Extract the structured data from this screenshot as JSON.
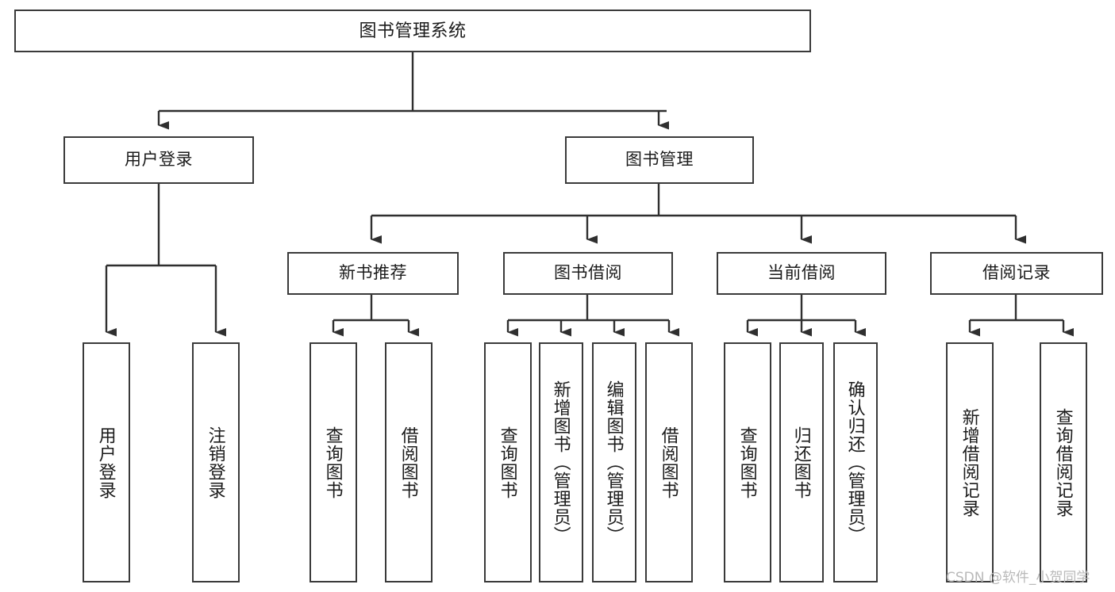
{
  "diagram": {
    "type": "tree",
    "title": "图书管理系统",
    "colors": {
      "box_border": "#3a3a3a",
      "box_fill": "#ffffff",
      "connector": "#2f2f2f",
      "text": "#1b1b1b",
      "watermark": "#b9b9b9",
      "background": "#ffffff"
    },
    "root": {
      "label": "图书管理系统"
    },
    "level1": [
      {
        "label": "用户登录"
      },
      {
        "label": "图书管理"
      }
    ],
    "level2": [
      {
        "label": "新书推荐"
      },
      {
        "label": "图书借阅"
      },
      {
        "label": "当前借阅"
      },
      {
        "label": "借阅记录"
      }
    ],
    "leaves": {
      "user_login": [
        {
          "label": "用户登录"
        },
        {
          "label": "注销登录"
        }
      ],
      "new_book_recommend": [
        {
          "label": "查询图书"
        },
        {
          "label": "借阅图书"
        }
      ],
      "book_borrow": [
        {
          "label": "查询图书"
        },
        {
          "label": "新增图书（管理员）"
        },
        {
          "label": "编辑图书（管理员）"
        },
        {
          "label": "借阅图书"
        }
      ],
      "current_borrow": [
        {
          "label": "查询图书"
        },
        {
          "label": "归还图书"
        },
        {
          "label": "确认归还（管理员）"
        }
      ],
      "borrow_record": [
        {
          "label": "新增借阅记录"
        },
        {
          "label": "查询借阅记录"
        }
      ]
    }
  },
  "watermark": {
    "text": "CSDN @软件_小贺同学"
  }
}
